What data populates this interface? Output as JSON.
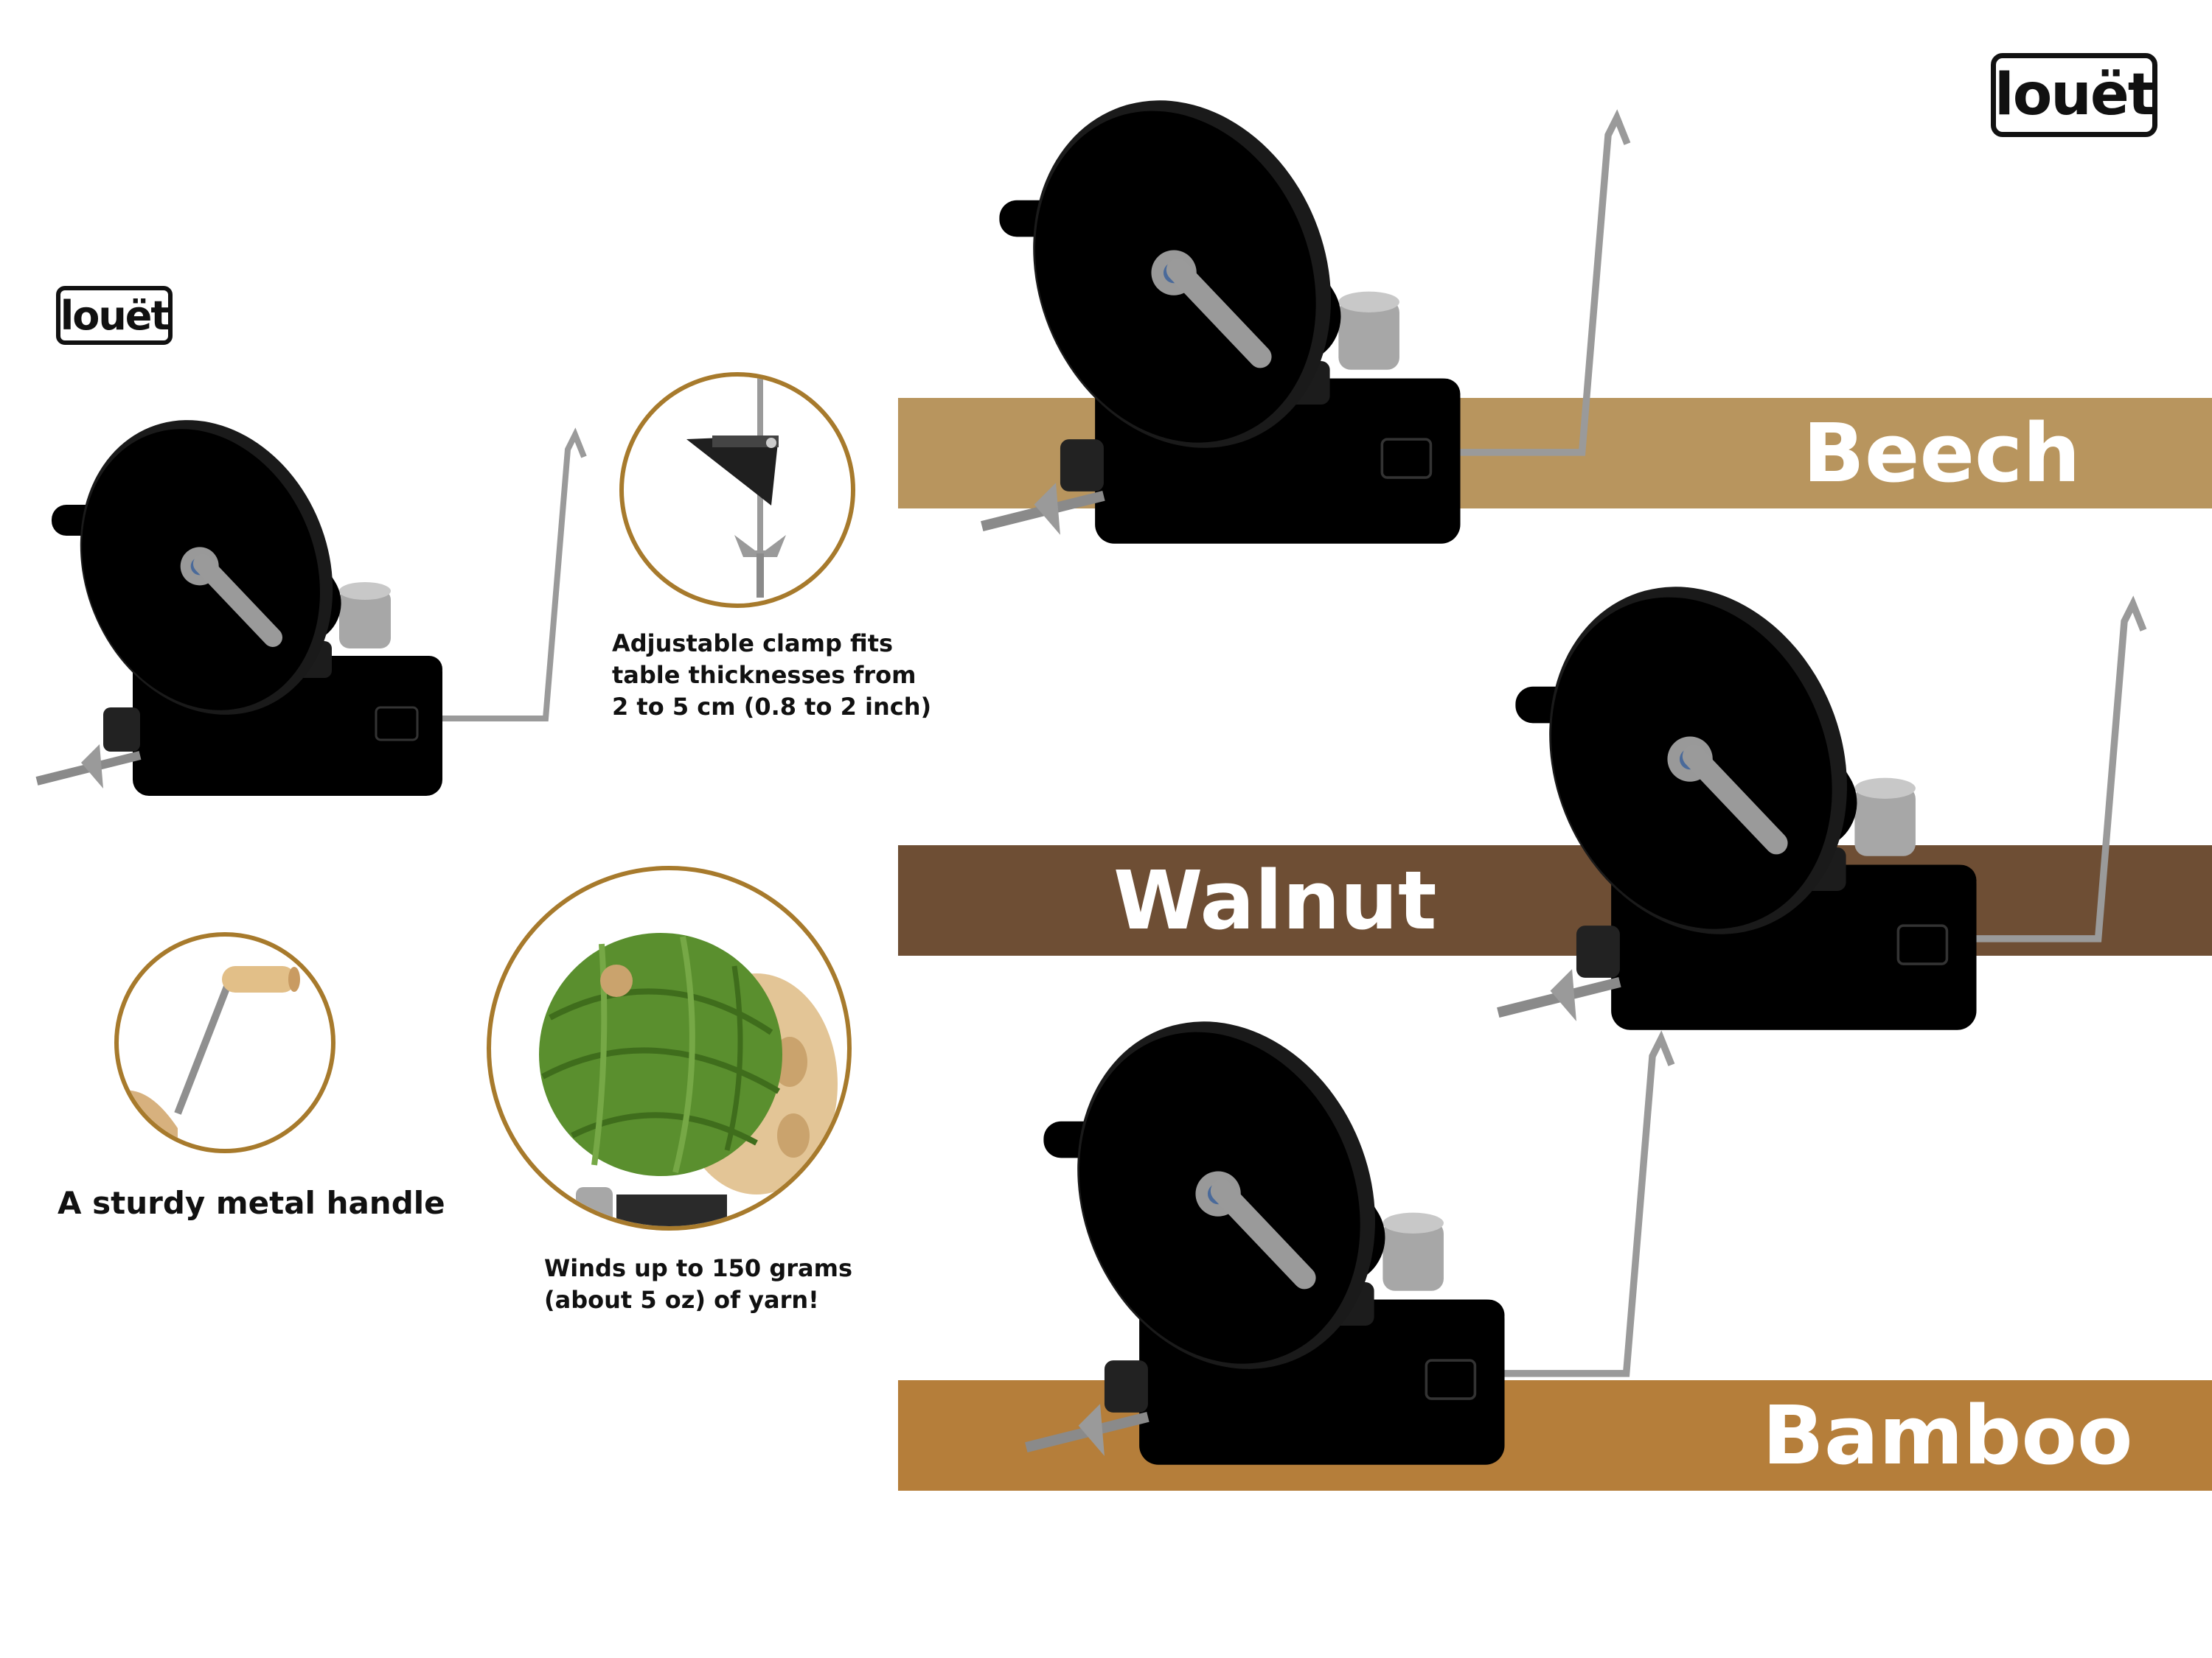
{
  "brand": {
    "logo_text": "louët"
  },
  "colors": {
    "beech": "#b8955e",
    "walnut": "#6e4e34",
    "bamboo": "#b57e3a",
    "circle_border": "#a77a2c"
  },
  "variants": [
    {
      "label": "Beech"
    },
    {
      "label": "Walnut"
    },
    {
      "label": "Bamboo"
    }
  ],
  "features": {
    "clamp": {
      "line1": "Adjustable clamp fits",
      "line2": "table thicknesses from",
      "line3": "2 to 5 cm (0.8 to 2 inch)"
    },
    "handle": {
      "text": "A sturdy metal handle"
    },
    "yarn": {
      "line1": "Winds up to 150 grams",
      "line2": "(about 5 oz) of yarn!"
    }
  }
}
